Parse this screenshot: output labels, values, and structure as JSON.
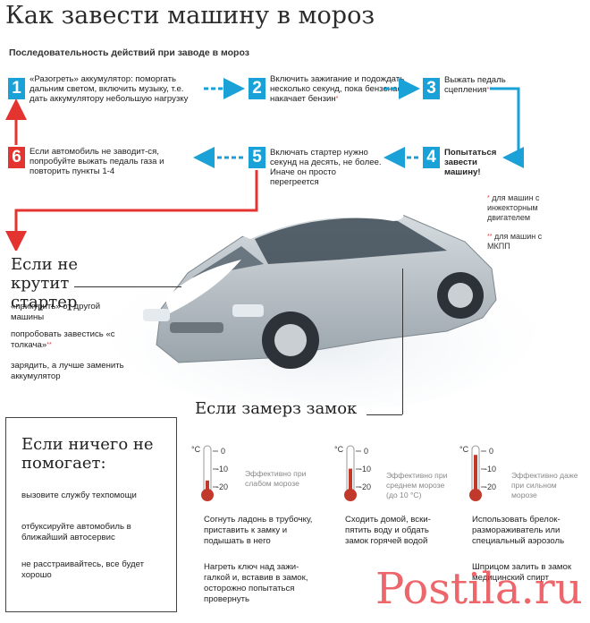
{
  "title": "Как завести машину в мороз",
  "subtitle": "Последовательность действий при заводе в мороз",
  "steps": [
    {
      "num": "1",
      "text": "«Разогреть» аккумулятор: поморгать дальним светом, включить музыку, т.е. дать аккумулятору небольшую нагрузку"
    },
    {
      "num": "2",
      "text": "Включить зажигание и подождать несколько секунд, пока бензонасос накачает бензин",
      "mark": "*"
    },
    {
      "num": "3",
      "text": "Выжать педаль сцепления",
      "mark": "**"
    },
    {
      "num": "4",
      "text": "Попытаться завести машину!"
    },
    {
      "num": "5",
      "text": "Включать стартер нужно секунд на десять, не более. Иначе он просто перегреется"
    },
    {
      "num": "6",
      "text": "Если автомобиль не заводит-ся, попробуйте выжать педаль газа и повторить пункты 1-4"
    }
  ],
  "notes": {
    "star1_mark": "*",
    "star1_text": "для машин с инжекторным двигателем",
    "star2_mark": "**",
    "star2_text": "для машин с МКПП"
  },
  "starter": {
    "heading": "Если не крутит стартер",
    "tip1": "«прикурить» от другой машины",
    "tip2": "попробовать завестись «с толкача»",
    "tip2_mark": "**",
    "tip3": "зарядить, а лучше заменить аккумулятор"
  },
  "lock": {
    "heading": "Если замерз замок",
    "scale_unit": "°C",
    "scale_0": "0",
    "scale_10": "-10",
    "scale_20": "-20",
    "columns": [
      {
        "effect": "Эффективно при слабом морозе",
        "level": 0.3,
        "tip1": "Согнуть ладонь в трубочку, приставить к замку и подышать в него",
        "tip2": "Нагреть ключ над зажи-галкой и, вставив в замок, осторожно попытаться провернуть"
      },
      {
        "effect": "Эффективно при среднем морозе (до 10 °С)",
        "level": 0.6,
        "tip1": "Сходить домой, вски-пятить воду и обдать замок горячей водой",
        "tip2": ""
      },
      {
        "effect": "Эффективно даже при сильном морозе",
        "level": 0.95,
        "tip1": "Использовать брелок-размораживатель или специальный аэрозоль",
        "tip2": "Шприцом залить в замок медицинский спирт"
      }
    ]
  },
  "nothing": {
    "heading": "Если ничего не помогает:",
    "tip1": "вызовите службу техпомощи",
    "tip2": "отбуксируйте автомобиль в ближайший автосервис",
    "tip3": "не расстраивайтесь, все будет хорошо"
  },
  "watermark": "Postila.ru",
  "colors": {
    "blue": "#1aa2d8",
    "red": "#e3342f",
    "thermo": "#c0392b"
  }
}
